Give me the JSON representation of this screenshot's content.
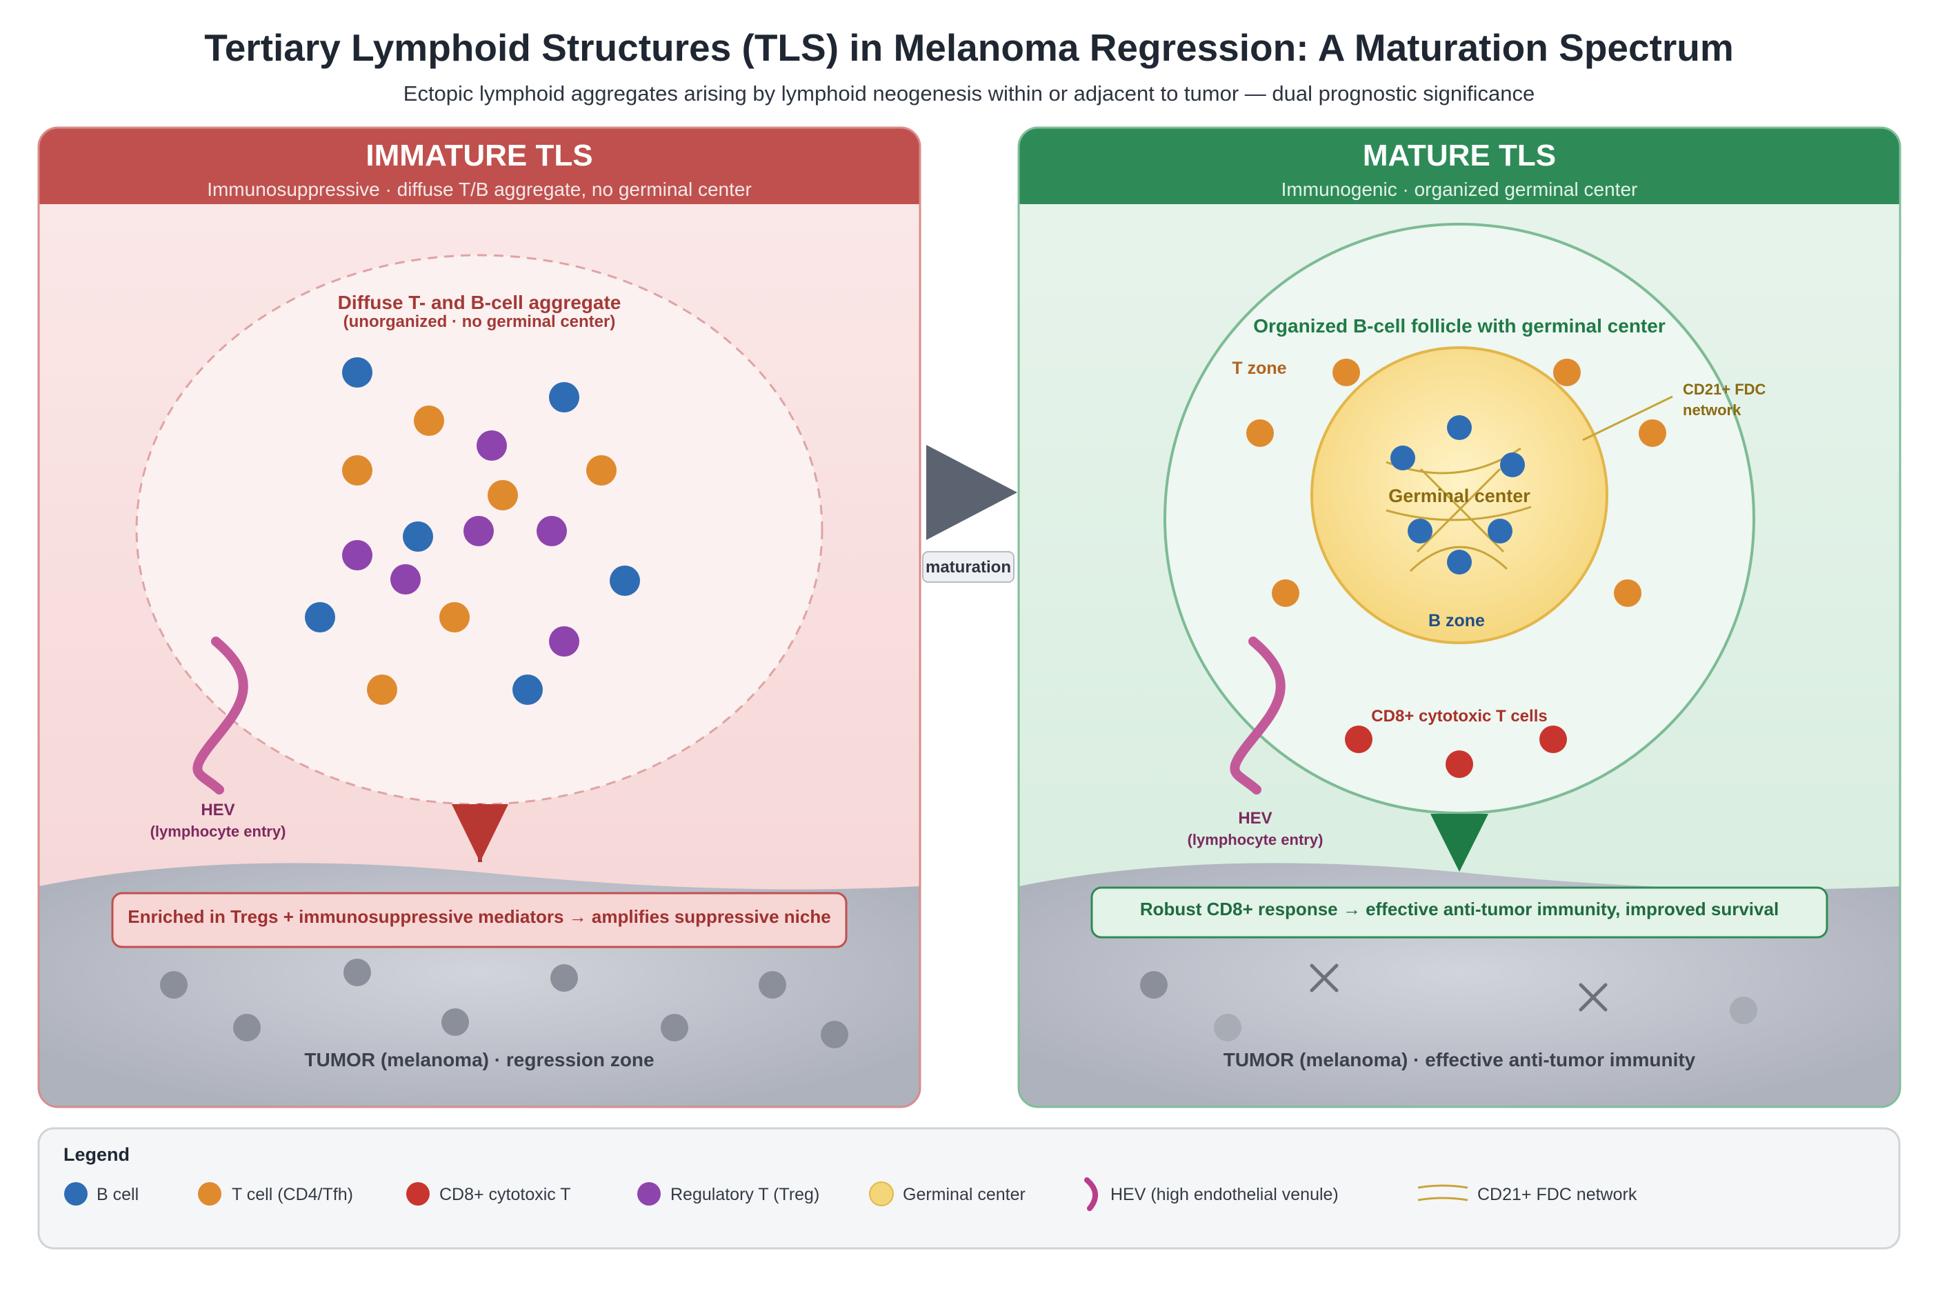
{
  "header": {
    "title": "Tertiary Lymphoid Structures (TLS) in Melanoma Regression: A Maturation Spectrum",
    "subtitle": "Ectopic lymphoid aggregates arising by lymphoid neogenesis within or adjacent to tumor — dual prognostic significance"
  },
  "immature": {
    "title": "IMMATURE TLS",
    "subtitle": "Immunosuppressive · diffuse T/B aggregate, no germinal center",
    "aggregate_title": "Diffuse T- and B-cell aggregate",
    "aggregate_sub": "(unorganized · no germinal center)",
    "hev_label": "HEV",
    "hev_sub": "(lymphocyte entry)",
    "callout": "Enriched in Tregs + immunosuppressive mediators → amplifies suppressive niche",
    "tumor_label": "TUMOR (melanoma) · regression zone"
  },
  "transition": {
    "label": "maturation"
  },
  "mature": {
    "title": "MATURE TLS",
    "subtitle": "Immunogenic · organized germinal center",
    "follicle_title": "Organized B-cell follicle with germinal center",
    "t_zone": "T zone",
    "fdc_label_1": "CD21+ FDC",
    "fdc_label_2": "network",
    "gc_label": "Germinal center",
    "b_zone": "B zone",
    "cd8_label": "CD8+ cytotoxic T cells",
    "hev_label": "HEV",
    "hev_sub": "(lymphocyte entry)",
    "callout": "Robust CD8+ response → effective anti-tumor immunity, improved survival",
    "tumor_label": "TUMOR (melanoma) · effective anti-tumor immunity"
  },
  "legend": {
    "title": "Legend",
    "items": [
      {
        "label": "B cell",
        "icon": "b-cell-dot",
        "color": "#2e6db4"
      },
      {
        "label": "T cell (CD4/Tfh)",
        "icon": "t-cell-dot",
        "color": "#e08a2e"
      },
      {
        "label": "CD8+ cytotoxic T",
        "icon": "cd8-dot",
        "color": "#c8352e"
      },
      {
        "label": "Regulatory T (Treg)",
        "icon": "treg-dot",
        "color": "#8e44ad"
      },
      {
        "label": "Germinal center",
        "icon": "germinal-center-dot",
        "color": "#f3d67a"
      },
      {
        "label": "HEV (high endothelial venule)",
        "icon": "hev-icon",
        "color": "#b83d8a"
      },
      {
        "label": "CD21+ FDC network",
        "icon": "fdc-network-icon",
        "color": "#c9a43a"
      }
    ]
  },
  "colors": {
    "immature_accent": "#c0504d",
    "mature_accent": "#2e8b57",
    "b_cell": "#2e6db4",
    "t_cell": "#e08a2e",
    "cd8": "#c8352e",
    "treg": "#8e44ad",
    "tumor_cell": "#8a8f99",
    "hev": "#c25a9a"
  }
}
